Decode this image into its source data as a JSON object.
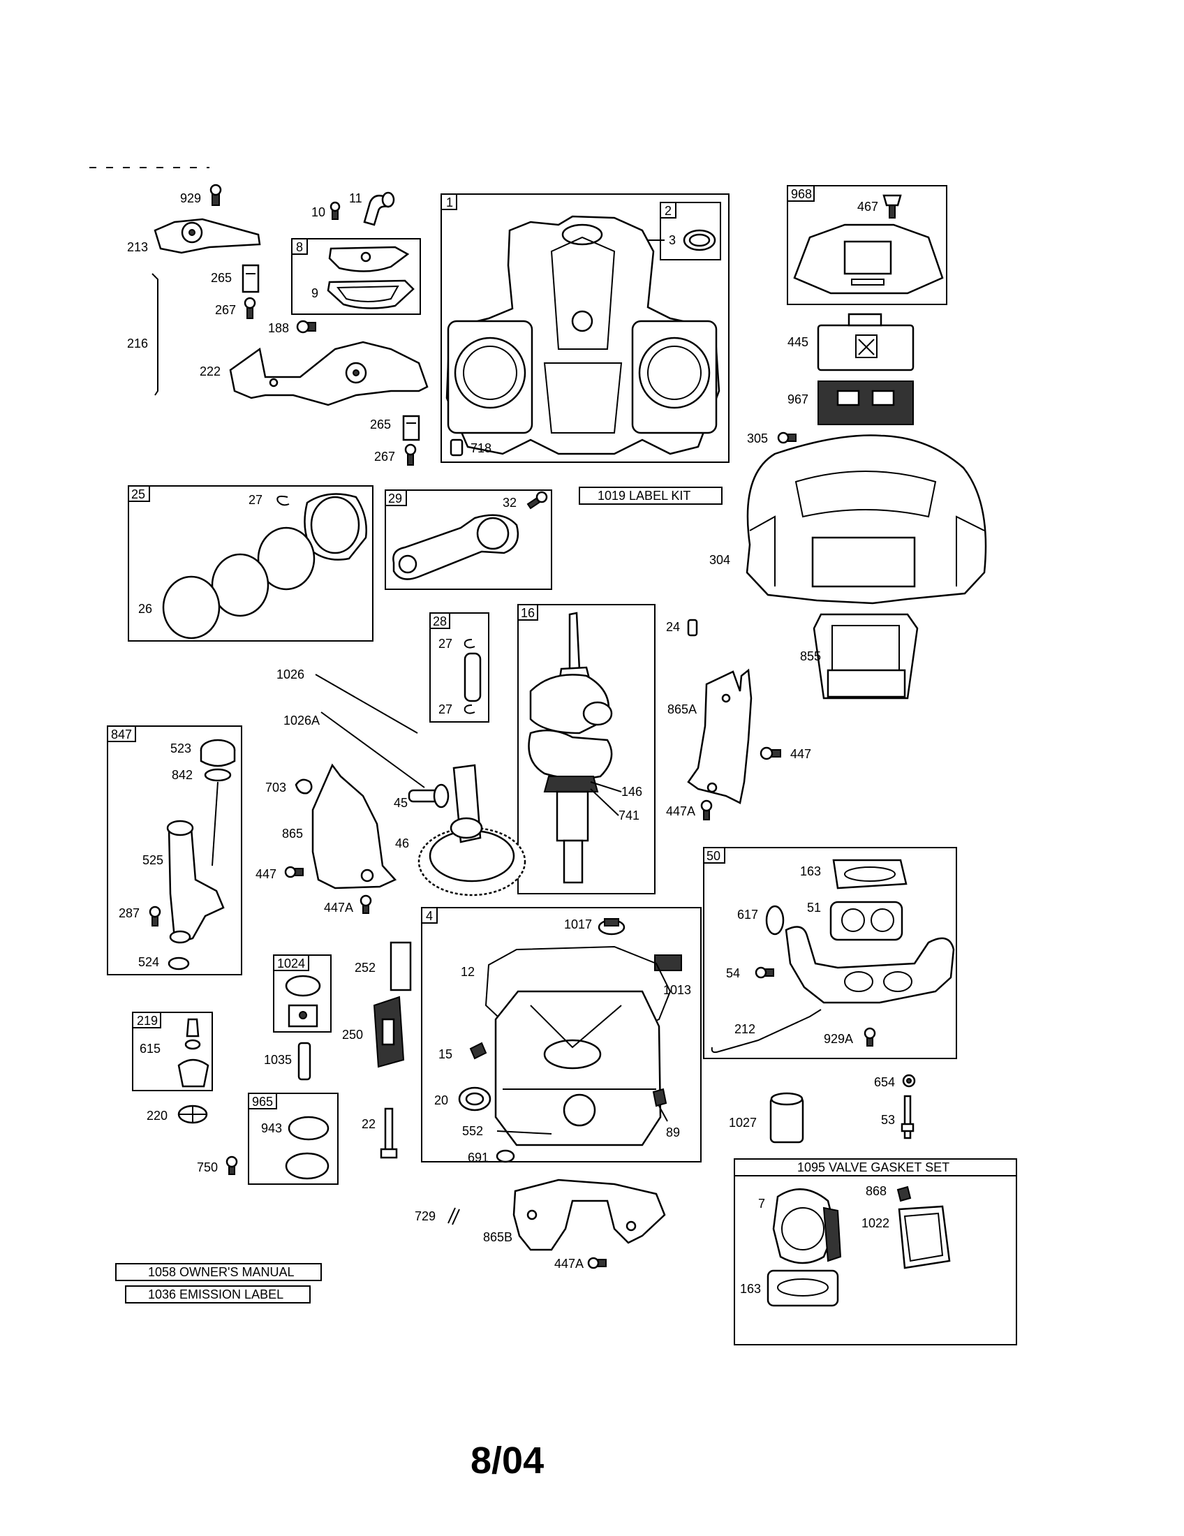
{
  "footer": {
    "date": "8/04"
  },
  "kit_labels": {
    "label_kit": "1019 LABEL KIT",
    "owners_manual": "1058 OWNER'S MANUAL",
    "emission_label": "1036 EMISSION LABEL",
    "valve_gasket_set": "1095 VALVE GASKET SET"
  },
  "box_numbers": {
    "b1": "1",
    "b2": "2",
    "b8": "8",
    "b968": "968",
    "b25": "25",
    "b29": "29",
    "b28": "28",
    "b16": "16",
    "b847": "847",
    "b50": "50",
    "b4": "4",
    "b1024": "1024",
    "b219": "219",
    "b965": "965"
  },
  "callouts": {
    "c929": "929",
    "c213": "213",
    "c265a": "265",
    "c267a": "267",
    "c216": "216",
    "c10": "10",
    "c11": "11",
    "c9": "9",
    "c188": "188",
    "c222": "222",
    "c265b": "265",
    "c267b": "267",
    "c3": "3",
    "c718": "718",
    "c467": "467",
    "c445": "445",
    "c967": "967",
    "c305": "305",
    "c304": "304",
    "c855": "855",
    "c27a": "27",
    "c26": "26",
    "c32": "32",
    "c27b": "27",
    "c27c": "27",
    "c24": "24",
    "c865a": "865A",
    "c447a": "447",
    "c447a_a": "447A",
    "c146": "146",
    "c741": "741",
    "c1026": "1026",
    "c1026a": "1026A",
    "c523": "523",
    "c842": "842",
    "c525": "525",
    "c287": "287",
    "c524": "524",
    "c703": "703",
    "c865": "865",
    "c447b": "447",
    "c447a_b": "447A",
    "c45": "45",
    "c46": "46",
    "c163a": "163",
    "c617": "617",
    "c51": "51",
    "c54": "54",
    "c212": "212",
    "c929a": "929A",
    "c1017": "1017",
    "c12": "12",
    "c1013": "1013",
    "c15": "15",
    "c20": "20",
    "c552": "552",
    "c89": "89",
    "c691": "691",
    "c252": "252",
    "c250": "250",
    "c1035": "1035",
    "c615": "615",
    "c220": "220",
    "c943": "943",
    "c750": "750",
    "c22": "22",
    "c729": "729",
    "c865b": "865B",
    "c447a_c": "447A",
    "c654": "654",
    "c53": "53",
    "c1027": "1027",
    "c7": "7",
    "c868": "868",
    "c1022": "1022",
    "c163b": "163"
  }
}
